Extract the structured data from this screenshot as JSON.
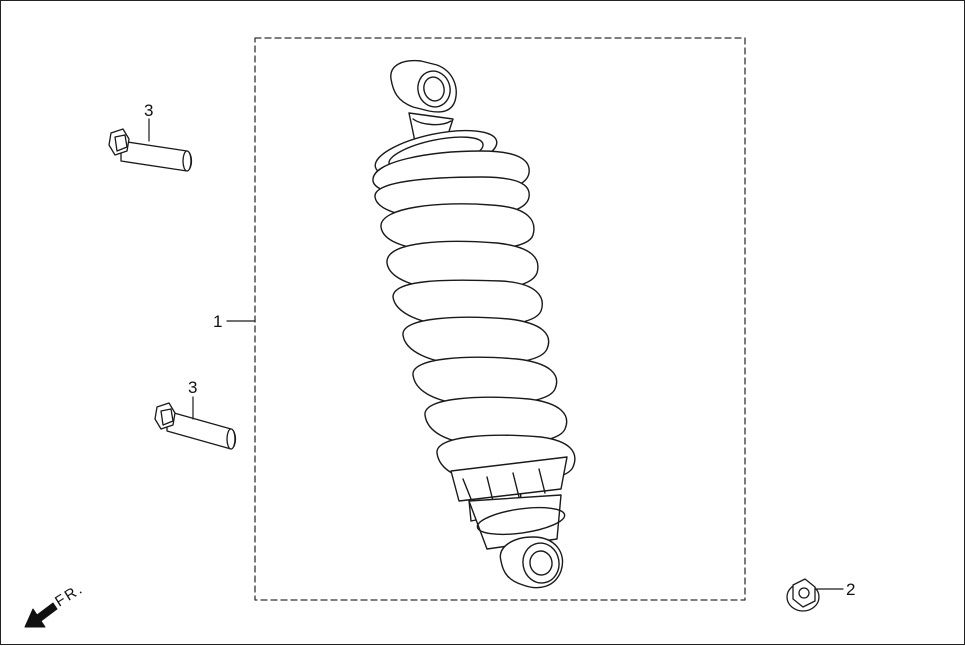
{
  "diagram": {
    "callouts": {
      "shock_assembly": "1",
      "flange_nut": "2",
      "bolt_upper": "3",
      "bolt_lower": "3"
    },
    "front_indicator": "FR."
  }
}
